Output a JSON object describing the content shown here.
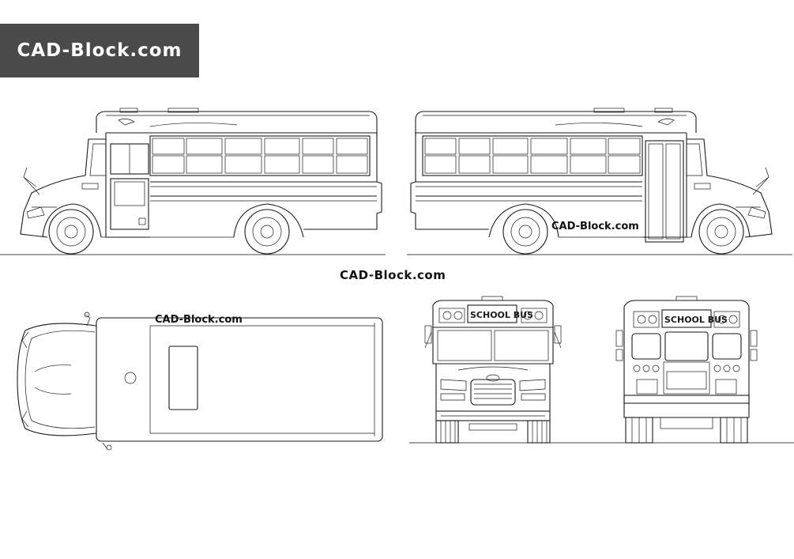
{
  "brand": {
    "label": "CAD-Block.com"
  },
  "watermarks": {
    "center": "CAD-Block.com",
    "side_view": "CAD-Block.com",
    "top_view": "CAD-Block.com"
  },
  "signs": {
    "front": "SCHOOL BUS",
    "rear": "SCHOOL BUS"
  },
  "colors": {
    "brand_bg": "#4a4a4a",
    "brand_text": "#ffffff",
    "lines": "#1a1a1a"
  }
}
